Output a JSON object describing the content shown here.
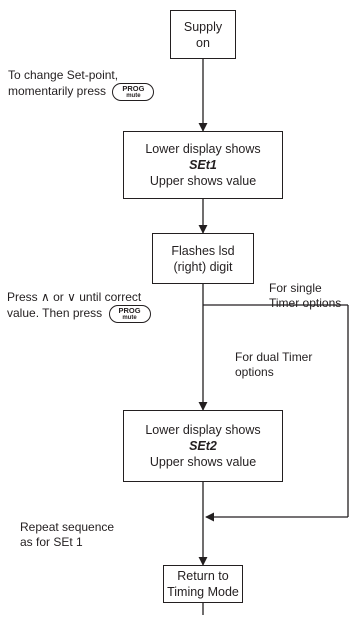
{
  "boxes": {
    "supply": {
      "line1": "Supply",
      "line2": "on"
    },
    "lower1": {
      "line1": "Lower display shows",
      "code": "SEt1",
      "line3": "Upper shows value"
    },
    "flash": {
      "line1": "Flashes lsd",
      "line2": "(right) digit"
    },
    "lower2": {
      "line1": "Lower display shows",
      "code": "SEt2",
      "line3": "Upper shows value"
    },
    "ret": {
      "line1": "Return to",
      "line2": "Timing Mode"
    }
  },
  "notes": {
    "change_line1": "To change Set-point,",
    "change_line2": "momentarily press",
    "press_line1": "Press ∧ or ∨ until correct",
    "press_line2": "value. Then press",
    "single_line1": "For single",
    "single_line2": "Timer options",
    "dual_line1": "For dual Timer",
    "dual_line2": "options",
    "repeat_line1": "Repeat sequence",
    "repeat_line2": "as for SEt 1"
  },
  "prog_button": {
    "top": "PROG",
    "bottom": "mute"
  },
  "colors": {
    "line": "#231f20",
    "background": "#ffffff"
  }
}
